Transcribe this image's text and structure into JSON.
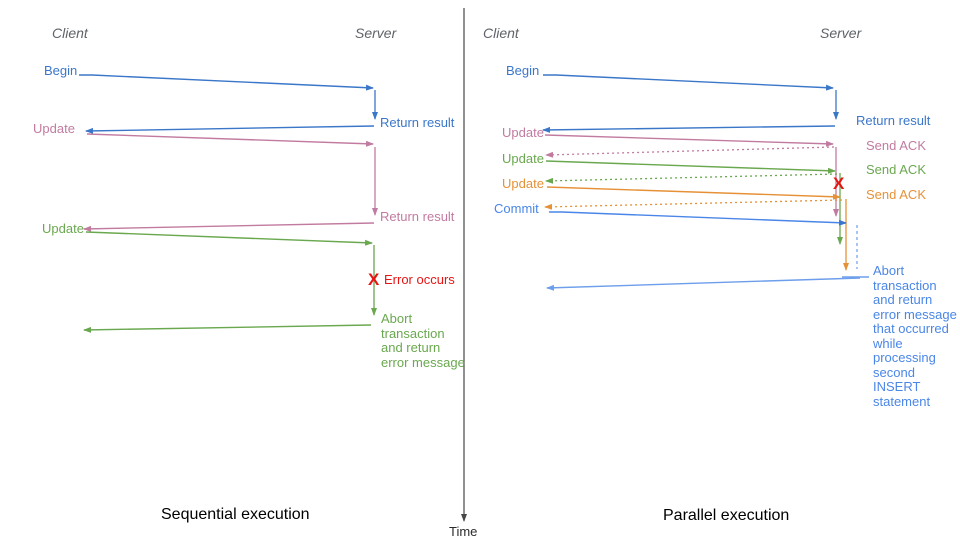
{
  "colors": {
    "blue": "#3b77c9",
    "blue_light": "#4a86e8",
    "blue_arrow_light": "#6d9eeb",
    "pink": "#c27ba0",
    "green": "#6aa84f",
    "orange": "#e69138",
    "red": "#e81313",
    "header_gray": "#5f6368",
    "axis_gray": "#474747"
  },
  "time_axis": {
    "label": "Time"
  },
  "sequential": {
    "caption": "Sequential execution",
    "headers": {
      "client": "Client",
      "server": "Server"
    },
    "labels": {
      "begin": "Begin",
      "return_result_1": "Return result",
      "update_1": "Update",
      "return_result_2": "Return result",
      "update_2": "Update",
      "error_marker": "X",
      "error_text": "Error occurs",
      "abort_note": "Abort\ntransaction\nand return\nerror message"
    }
  },
  "parallel": {
    "caption": "Parallel execution",
    "headers": {
      "client": "Client",
      "server": "Server"
    },
    "labels": {
      "begin": "Begin",
      "return_result": "Return result",
      "update_1": "Update",
      "send_ack_1": "Send ACK",
      "update_2": "Update",
      "send_ack_2": "Send ACK",
      "update_3": "Update",
      "send_ack_3": "Send ACK",
      "commit": "Commit",
      "error_marker": "X",
      "abort_note": "Abort\ntransaction\nand return\nerror message\nthat occurred\nwhile\nprocessing\nsecond\nINSERT\nstatement"
    }
  }
}
